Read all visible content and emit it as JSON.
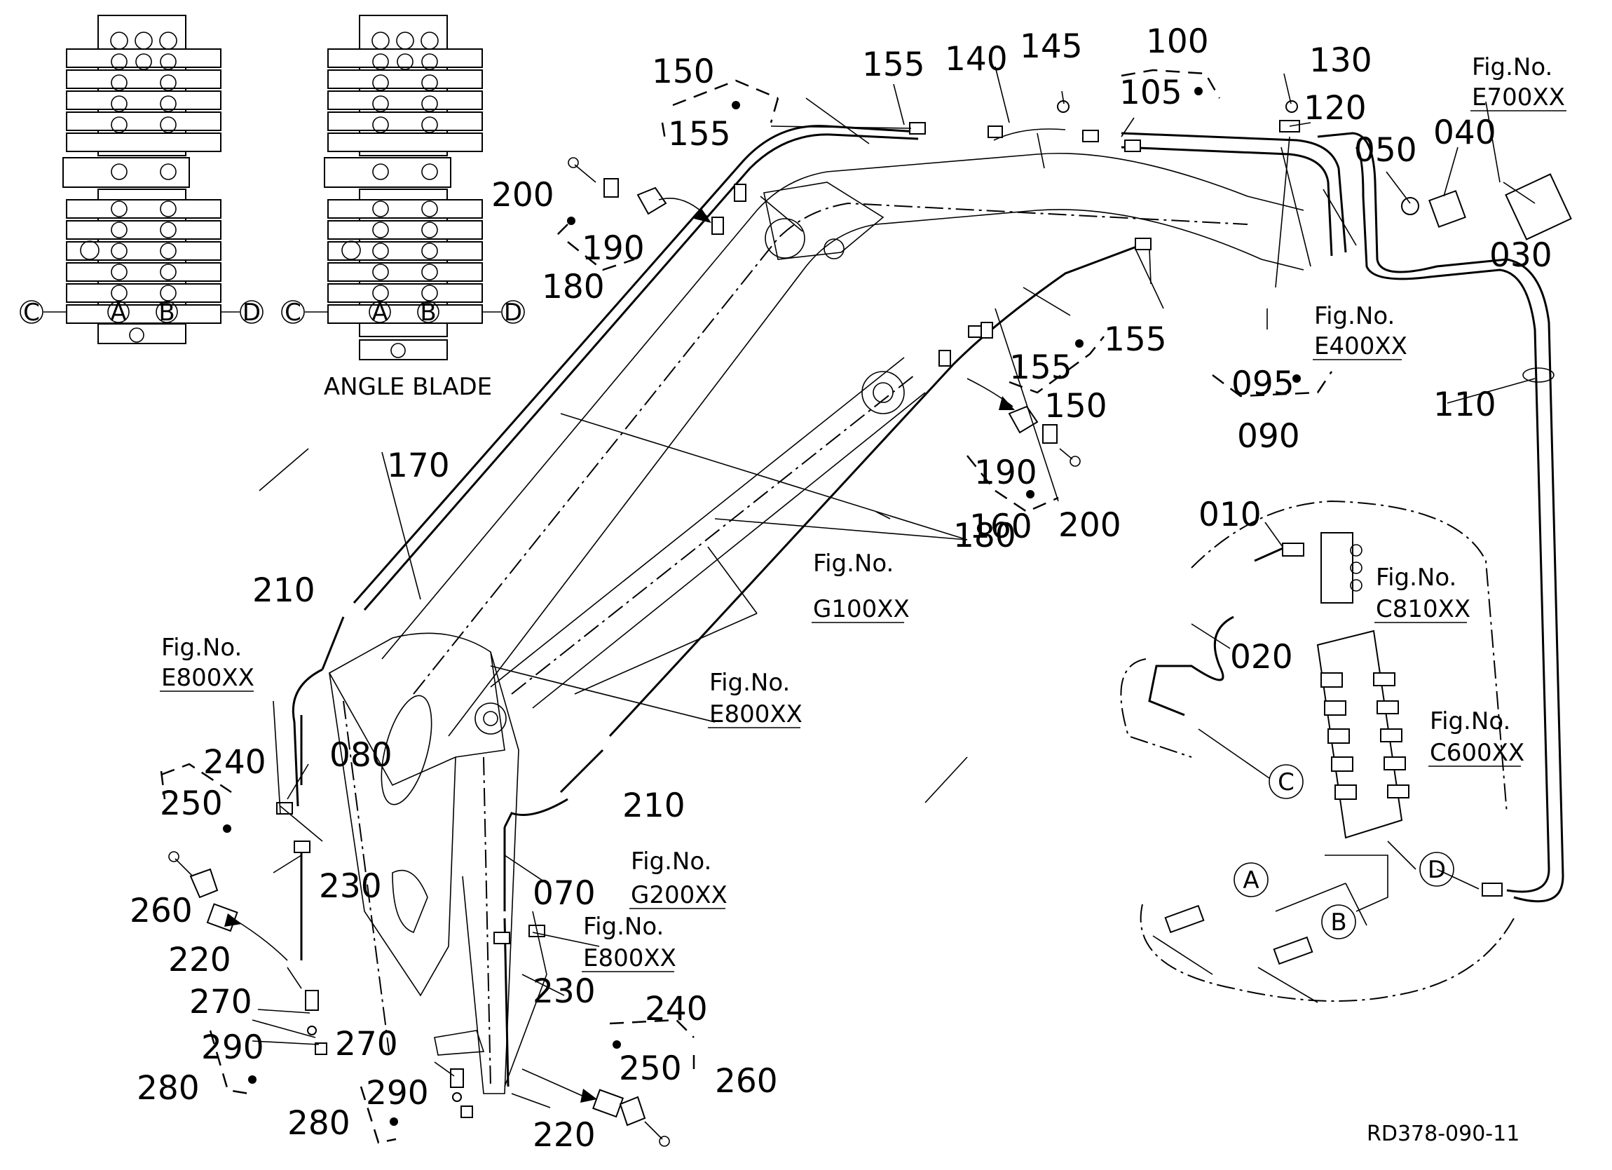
{
  "valve_diagrams": [
    {
      "caption": "",
      "ports": [
        "C",
        "A",
        "B",
        "D"
      ]
    },
    {
      "caption": "ANGLE BLADE",
      "ports": [
        "C",
        "A",
        "B",
        "D"
      ]
    }
  ],
  "part_labels": {
    "p010": "010",
    "p020": "020",
    "p030": "030",
    "p040": "040",
    "p050": "050",
    "p070": "070",
    "p080": "080",
    "p090": "090",
    "p095": "095",
    "p100": "100",
    "p105": "105",
    "p110": "110",
    "p120": "120",
    "p130": "130",
    "p140": "140",
    "p145": "145",
    "p150": "150",
    "p155": "155",
    "p160": "160",
    "p170": "170",
    "p180": "180",
    "p190": "190",
    "p200": "200",
    "p210": "210",
    "p220": "220",
    "p230": "230",
    "p240": "240",
    "p250": "250",
    "p260": "260",
    "p270": "270",
    "p280": "280",
    "p290": "290"
  },
  "figure_refs": {
    "prefix": "Fig.No.",
    "e700": "E700XX",
    "e400": "E400XX",
    "g100": "G100XX",
    "e800": "E800XX",
    "g200": "G200XX",
    "c810": "C810XX",
    "c600": "C600XX"
  },
  "ports": {
    "a": "A",
    "b": "B",
    "c": "C",
    "d": "D"
  },
  "drawing_code": "RD378-090-11"
}
